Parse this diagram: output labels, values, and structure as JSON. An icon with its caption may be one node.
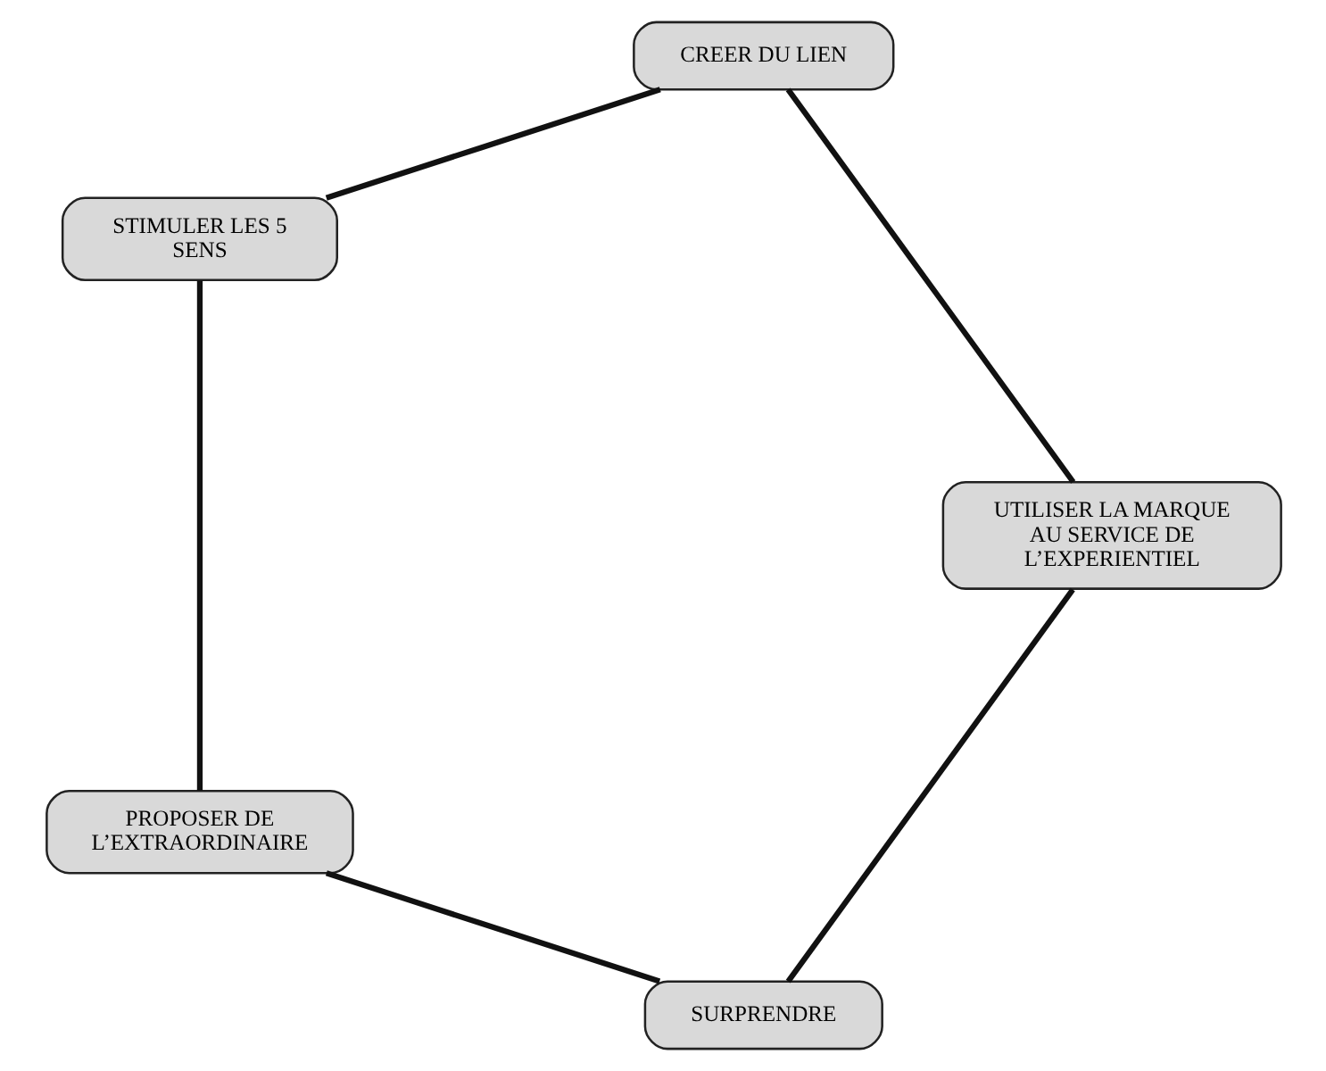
{
  "diagram": {
    "nodes": [
      {
        "text": [
          "SURPRENDRE"
        ]
      },
      {
        "text": [
          "UTILISER LA MARQUE AU SERVICE DE L’EXPERIENTIEL"
        ]
      },
      {
        "text": [
          "PROPOSER DE L’EXTRAORDINAIRE"
        ]
      },
      {
        "text": [
          "CREER DU LIEN"
        ]
      },
      {
        "text": [
          "STIMULER LES 5 SENS"
        ]
      }
    ],
    "edges": [
      {
        "from": 0,
        "to": 2,
        "arrow": "none"
      },
      {
        "from": 2,
        "to": 4,
        "arrow": "none"
      },
      {
        "from": 4,
        "to": 3,
        "arrow": "none"
      },
      {
        "from": 3,
        "to": 1,
        "arrow": "none"
      },
      {
        "from": 1,
        "to": 0,
        "arrow": "none"
      }
    ]
  }
}
